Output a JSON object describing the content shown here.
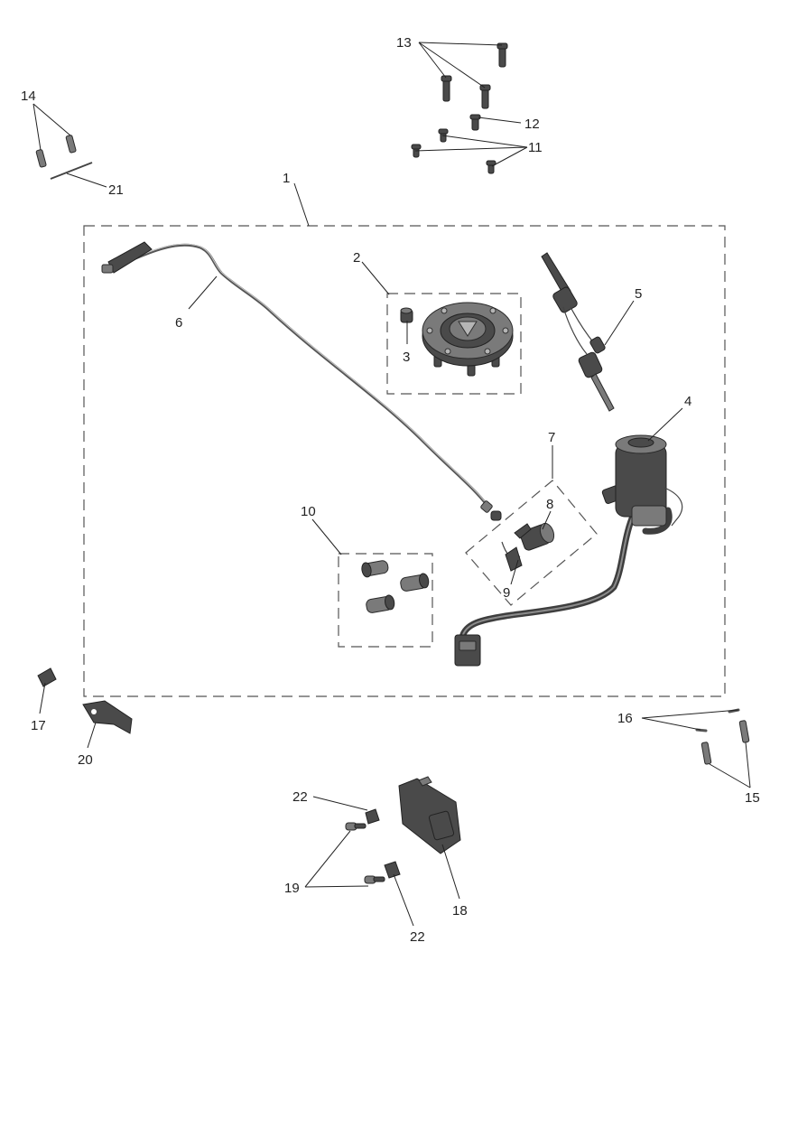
{
  "callouts": {
    "c1": "1",
    "c2": "2",
    "c3": "3",
    "c4": "4",
    "c5": "5",
    "c6": "6",
    "c7": "7",
    "c8": "8",
    "c9": "9",
    "c10": "10",
    "c11": "11",
    "c12": "12",
    "c13": "13",
    "c14": "14",
    "c15": "15",
    "c16": "16",
    "c17": "17",
    "c18": "18",
    "c19": "19",
    "c20": "20",
    "c21": "21",
    "c22a": "22",
    "c22b": "22"
  },
  "colors": {
    "line": "#222222",
    "part_dark": "#4a4a4a",
    "part_mid": "#7a7a7a",
    "part_light": "#b5b5b5",
    "background": "#ffffff"
  }
}
